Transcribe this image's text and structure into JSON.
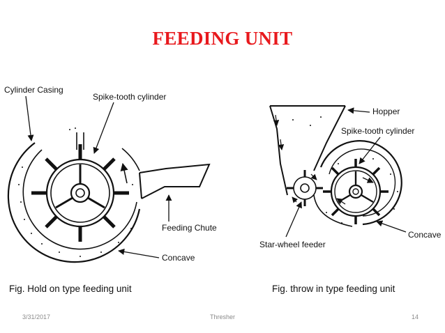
{
  "slide": {
    "title": "FEEDING UNIT",
    "left_figure": {
      "labels": {
        "casing": "Cylinder Casing",
        "cylinder": "Spike-tooth cylinder",
        "chute": "Feeding Chute",
        "concave": "Concave"
      },
      "caption": "Fig. Hold on type feeding unit"
    },
    "right_figure": {
      "labels": {
        "hopper": "Hopper",
        "cylinder": "Spike-tooth cylinder",
        "concave": "Concave",
        "feeder": "Star-wheel feeder"
      },
      "caption": "Fig. throw in type feeding unit"
    },
    "footer": {
      "date": "3/31/2017",
      "center": "Thresher",
      "page": "14"
    }
  },
  "colors": {
    "title": "#e8191d",
    "ink": "#111111",
    "footer": "#8a8a8a"
  }
}
